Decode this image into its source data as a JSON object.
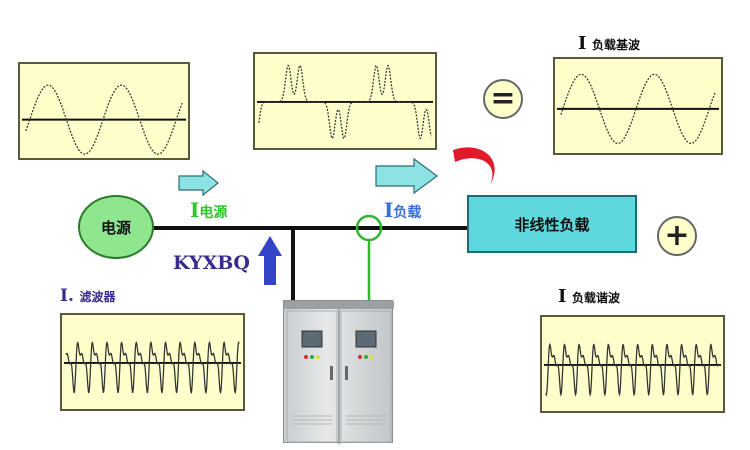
{
  "labels": {
    "source": "电源",
    "load": "非线性负载",
    "source_current_i": "I",
    "source_current_sub": "电源",
    "load_current_i": "I",
    "load_current_sub": "负载",
    "filter_current_i": "I.",
    "filter_current_sub": "滤波器",
    "fundamental_i": "I",
    "fundamental_sub": "负载基波",
    "harmonic_i": "I",
    "harmonic_sub": "负载谐波",
    "device": "KYXBQ",
    "equals": "=",
    "plus": "+"
  },
  "colors": {
    "scope_bg": "#ffffcc",
    "source_fill": "#8fe68f",
    "load_fill": "#5ed8dc",
    "arrow_fill": "#8de3e3",
    "green_text": "#2fc42f",
    "blue_text": "#3a6fd8",
    "purple_text": "#3a2a8c",
    "device_arrow": "#3344c8"
  },
  "waveforms": {
    "source_current": "sine",
    "load_current": "pulsed",
    "filter_current": "harmonic",
    "load_fundamental": "sine",
    "load_harmonic": "harmonic"
  }
}
